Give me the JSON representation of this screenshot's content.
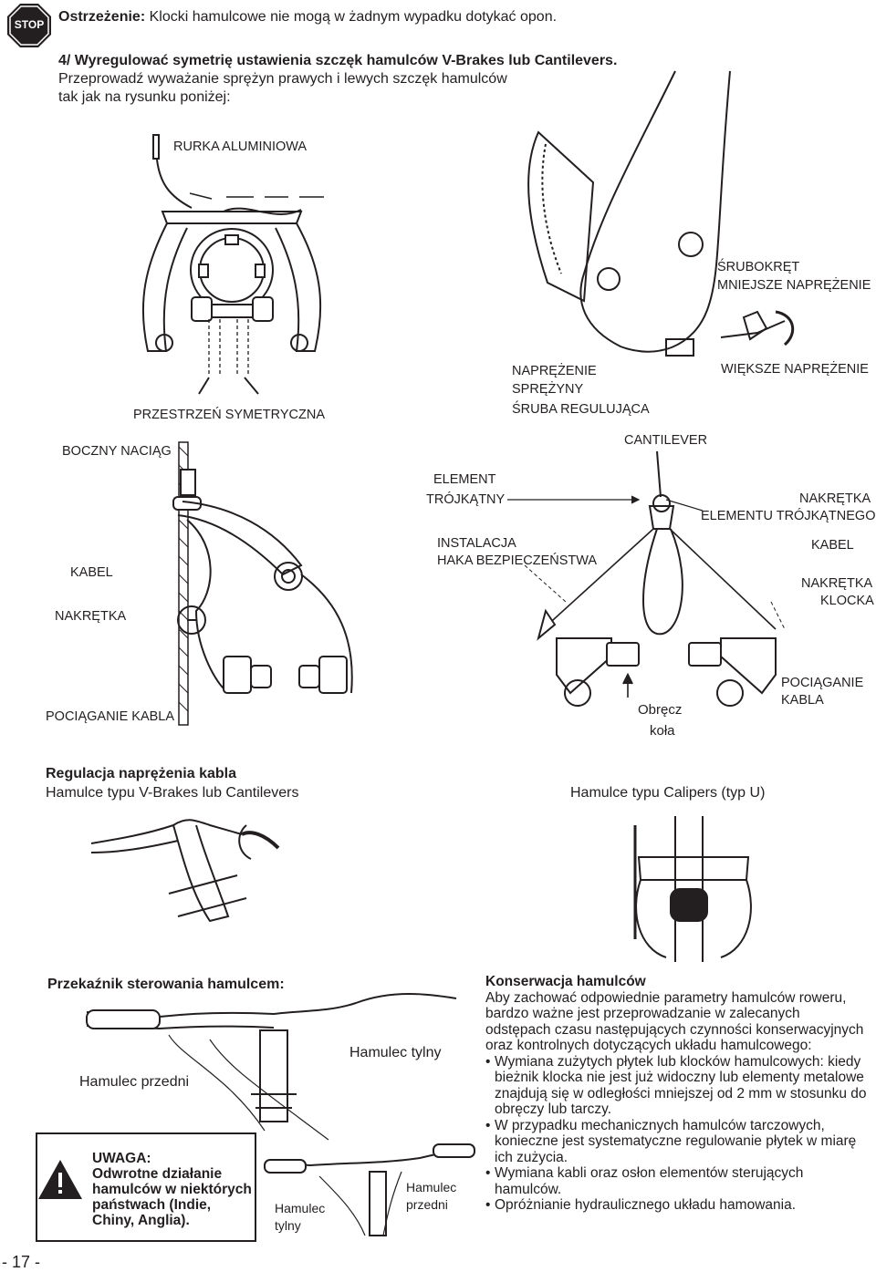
{
  "header": {
    "stop_sign": "STOP",
    "warning_label": "Ostrzeżenie:",
    "warning_text": " Klocki hamulcowe nie mogą w żadnym wypadku dotykać opon.",
    "step_title": "4/ Wyregulować symetrię ustawienia szczęk hamulców V-Brakes lub Cantilevers.",
    "step_desc_1": "Przeprowadź wyważanie sprężyn prawych i lewych szczęk hamulców",
    "step_desc_2": "tak jak na rysunku poniżej:"
  },
  "vbrake": {
    "tube": "RURKA ALUMINIOWA",
    "symmetric": "PRZESTRZEŃ SYMETRYCZNA"
  },
  "cantilever_top": {
    "screwdriver": "ŚRUBOKRĘT",
    "less_tension": "MNIEJSZE NAPRĘŻENIE",
    "more_tension": "WIĘKSZE NAPRĘŻENIE",
    "spring_tension_1": "NAPRĘŻENIE",
    "spring_tension_2": "SPRĘŻYNY",
    "adjust_screw": "ŚRUBA REGULUJĄCA"
  },
  "caliper": {
    "side_pull": "BOCZNY NACIĄG",
    "cable": "KABEL",
    "nut": "NAKRĘTKA",
    "cable_pull": "POCIĄGANIE KABLA"
  },
  "cantilever": {
    "title": "CANTILEVER",
    "element_1": "ELEMENT",
    "element_2": "TRÓJKĄTNY",
    "install_1": "INSTALACJA",
    "install_2": "HAKA BEZPIECZEŃSTWA",
    "nut_triangle_1": "NAKRĘTKA",
    "nut_triangle_2": "ELEMENTU TRÓJKĄTNEGO",
    "cable": "KABEL",
    "pad_nut_1": "NAKRĘTKA",
    "pad_nut_2": "KLOCKA",
    "rim_1": "Obręcz",
    "rim_2": "koła",
    "cable_pull_1": "POCIĄGANIE",
    "cable_pull_2": "KABLA"
  },
  "cable_tension": {
    "title": "Regulacja naprężenia kabla",
    "vbrakes": "Hamulce typu V-Brakes lub Cantilevers",
    "calipers": "Hamulce typu Calipers (typ U)"
  },
  "relay": {
    "title": "Przekaźnik sterowania hamulcem:",
    "front": "Hamulec przedni",
    "rear": "Hamulec tylny",
    "note_title": "UWAGA:",
    "note_1": "Odwrotne działanie",
    "note_2": "hamulców w niektórych",
    "note_3": "państwach (Indie,",
    "note_4": "Chiny, Anglia).",
    "small_rear_1": "Hamulec",
    "small_rear_2": "tylny",
    "small_front_1": "Hamulec",
    "small_front_2": "przedni"
  },
  "maintenance": {
    "title": "Konserwacja hamulców",
    "intro": "Aby zachować odpowiednie parametry hamulców roweru, bardzo ważne jest przeprowadzanie w zalecanych odstępach czasu następujących czynności konserwacyjnych oraz kontrolnych dotyczących układu hamulcowego:",
    "items": [
      "Wymiana zużytych płytek lub klocków hamulcowych: kiedy bieżnik klocka nie jest już widoczny lub elementy metalowe znajdują się w odległości mniejszej od 2 mm w stosunku do obręczy lub tarczy.",
      "W przypadku mechanicznych hamulców tarczowych, konieczne jest systematyczne regulowanie płytek w miarę ich zużycia.",
      "Wymiana kabli oraz osłon elementów sterujących hamulców.",
      "Opróżnianie hydraulicznego układu hamowania."
    ]
  },
  "page_number": "- 17 -"
}
